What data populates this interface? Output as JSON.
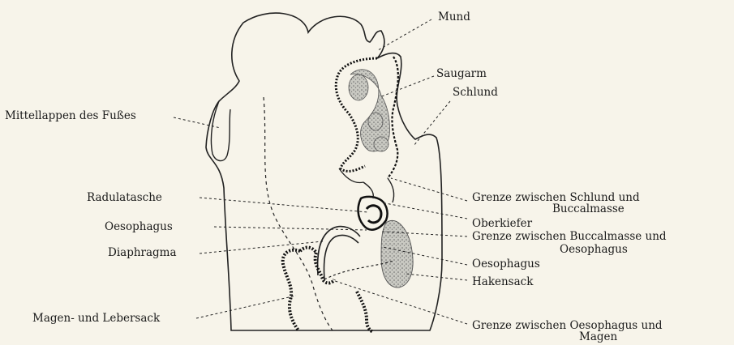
{
  "labels": {
    "mund": "Mund",
    "saugarm": "Saugarm",
    "schlund": "Schlund",
    "mittellappen": "Mittellappen des Fußes",
    "radulatasche": "Radulatasche",
    "oesophagus_left": "Oesophagus",
    "diaphragma": "Diaphragma",
    "magen_lebersack": "Magen- und Lebersack",
    "grenze_schlund_buccal_1": "Grenze zwischen Schlund und",
    "grenze_schlund_buccal_2": "Buccalmasse",
    "oberkiefer": "Oberkiefer",
    "grenze_buccal_oeso_1": "Grenze zwischen Buccalmasse und",
    "grenze_buccal_oeso_2": "Oesophagus",
    "oesophagus_right": "Oesophagus",
    "hakensack": "Hakensack",
    "grenze_oeso_magen_1": "Grenze zwischen Oesophagus und",
    "grenze_oeso_magen_2": "Magen"
  }
}
